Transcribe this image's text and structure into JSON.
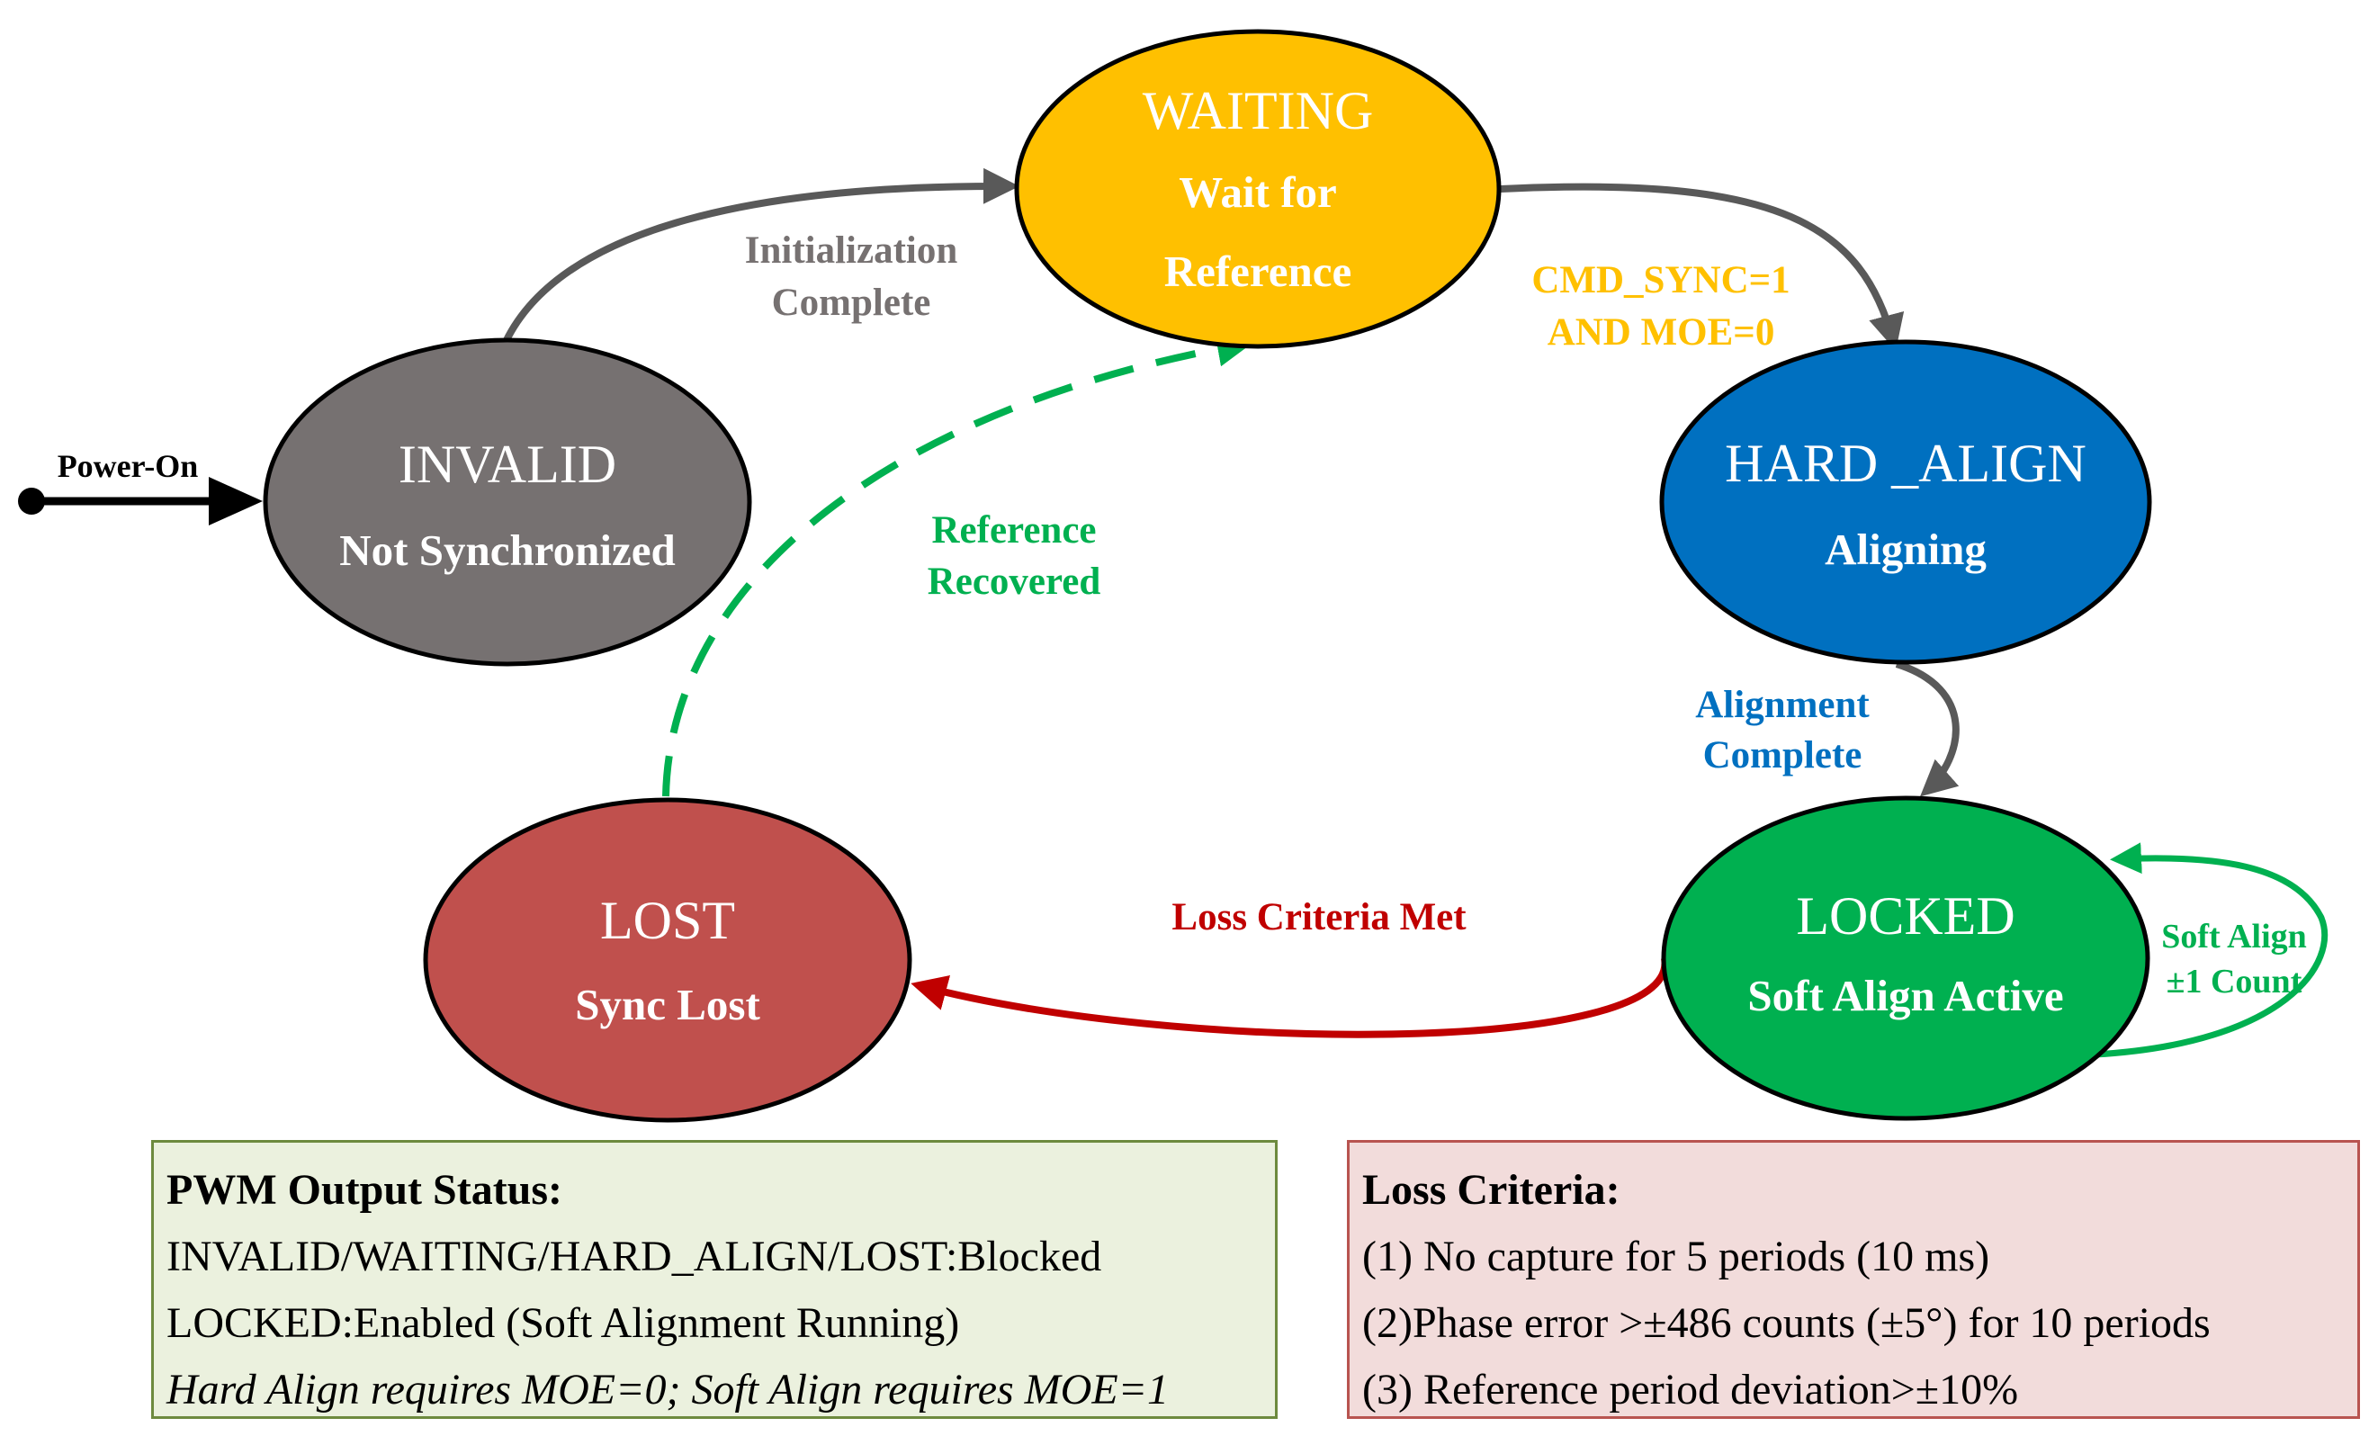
{
  "states": {
    "invalid": {
      "title": "INVALID",
      "subtitle": "Not Synchronized",
      "color": "#767171"
    },
    "waiting": {
      "title": "WAITING",
      "subtitle_line1": "Wait for",
      "subtitle_line2": "Reference",
      "color": "#ffc000"
    },
    "hard_align": {
      "title": "HARD _ALIGN",
      "subtitle": "Aligning",
      "color": "#0070c0"
    },
    "locked": {
      "title": "LOCKED",
      "subtitle": "Soft Align Active",
      "color": "#00b050"
    },
    "lost": {
      "title": "LOST",
      "subtitle": "Sync Lost",
      "color": "#c0504d"
    }
  },
  "transitions": {
    "power_on": {
      "label": "Power-On",
      "color": "#000000"
    },
    "init_complete": {
      "line1": "Initialization",
      "line2": "Complete",
      "color": "#767171"
    },
    "cmd_sync": {
      "line1": "CMD_SYNC=1",
      "line2": "AND MOE=0",
      "color": "#ffc000"
    },
    "alignment_complete": {
      "line1": "Alignment",
      "line2": "Complete",
      "color": "#0070c0"
    },
    "loss_criteria_met": {
      "label": "Loss Criteria Met",
      "color": "#c00000"
    },
    "reference_recovered": {
      "line1": "Reference",
      "line2": "Recovered",
      "color": "#00b050"
    },
    "soft_align": {
      "line1": "Soft Align",
      "line2": "±1 Count",
      "color": "#00b050"
    }
  },
  "notes": {
    "pwm": {
      "heading": "PWM Output Status:",
      "blocked": "INVALID/WAITING/HARD_ALIGN/LOST:Blocked",
      "enabled": "LOCKED:Enabled (Soft Alignment Running)",
      "requirement": "Hard Align requires MOE=0; Soft Align requires MOE=1"
    },
    "loss": {
      "heading": "Loss Criteria:",
      "item1": "(1) No capture for 5 periods (10 ms)",
      "item2": "(2)Phase error >±486 counts (±5°) for 10 periods",
      "item3": "(3) Reference period deviation>±10%"
    }
  }
}
